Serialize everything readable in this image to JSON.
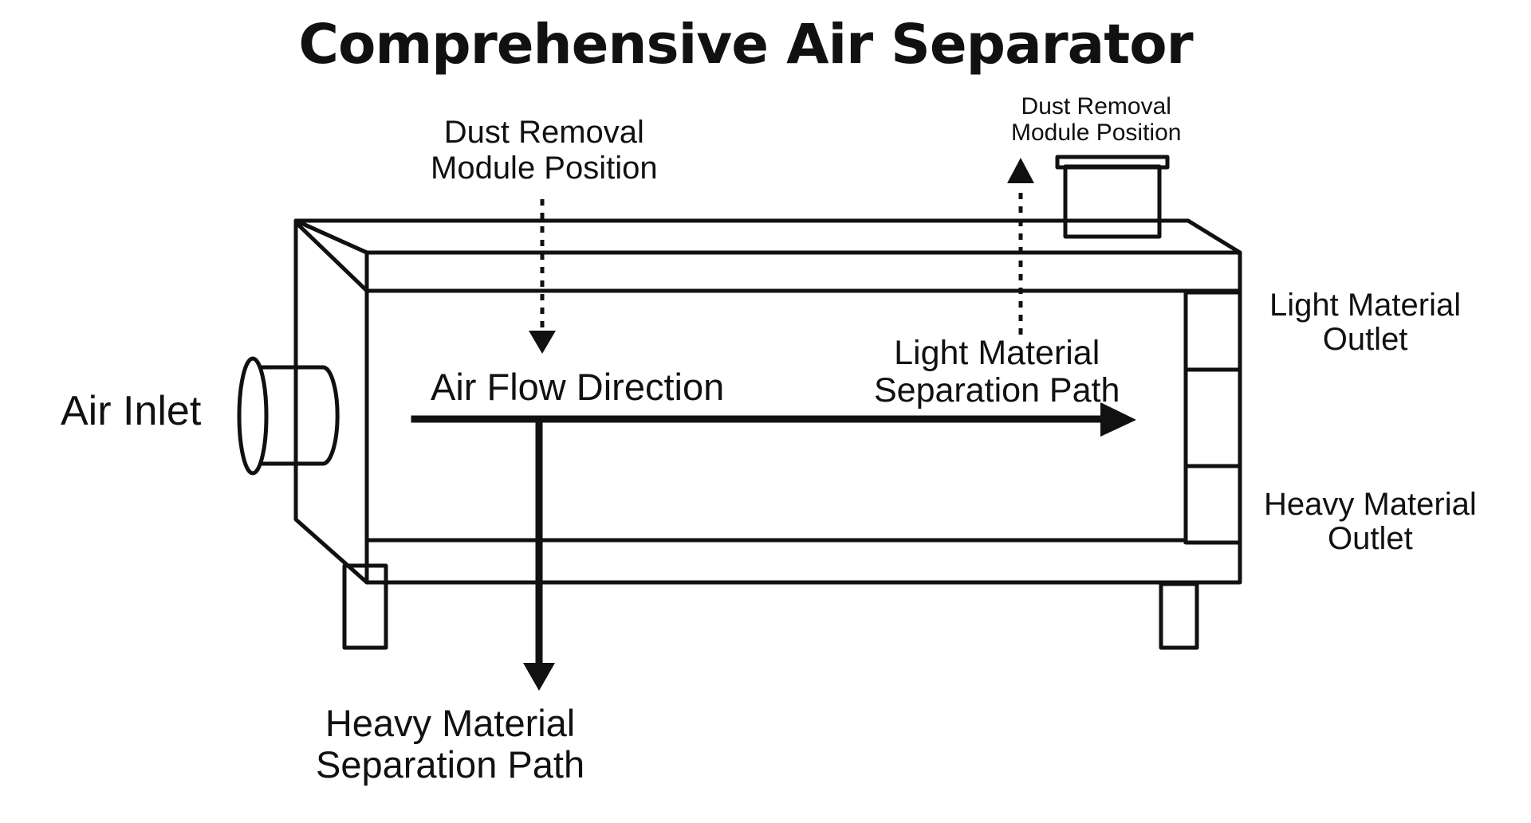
{
  "title": "Comprehensive Air Separator",
  "labels": {
    "air_inlet": "Air Inlet",
    "air_flow_direction": "Air Flow Direction",
    "dust_removal_left": [
      "Dust Removal",
      "Module Position"
    ],
    "dust_removal_right": [
      "Dust Removal",
      "Module Position"
    ],
    "light_path": [
      "Light Material",
      "Separation Path"
    ],
    "light_outlet": [
      "Light Material",
      "Outlet"
    ],
    "heavy_outlet": [
      "Heavy Material",
      "Outlet"
    ],
    "heavy_path": [
      "Heavy Material",
      "Separation Path"
    ]
  },
  "colors": {
    "stroke": "#111111",
    "background": "#ffffff"
  }
}
